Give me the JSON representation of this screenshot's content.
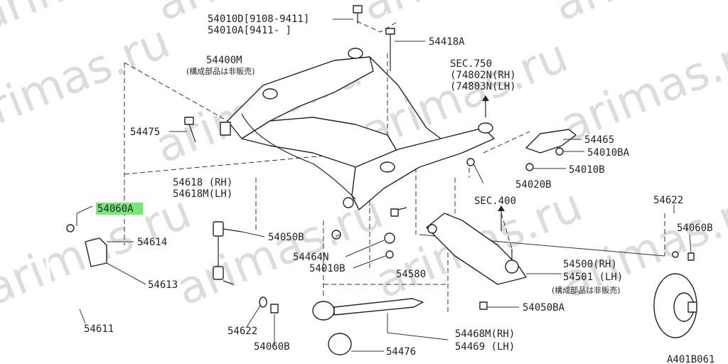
{
  "watermark": "arimas.ru",
  "highlight_color": "#74e874",
  "labels": {
    "p54010d": "54010D[9108-9411]",
    "p54010a": "54010A[9411-    ]",
    "p54418a": "54418A",
    "p54400m": "54400M",
    "note1": "(構成部品は非販売)",
    "sec750": "SEC.750",
    "p74802n": "(74802N(RH)",
    "p74803n": "(74803N(LH)",
    "p54475": "54475",
    "p54465": "54465",
    "p54010ba_a": "54010BA",
    "p54010b_a": "54010B",
    "p54020b": "54020B",
    "p54618": "54618 (RH)",
    "p54618m": "54618M(LH)",
    "p54060a": "54060A",
    "sec400": "SEC.400",
    "p54622_a": "54622",
    "p54060b_a": "54060B",
    "p54614": "54614",
    "p54050b_a": "54050B",
    "p54464n": "54464N",
    "p54010b_b": "54010B",
    "p54580": "54580",
    "p54500": "54500(RH)",
    "p54501": "54501 (LH)",
    "note2": "(構成部品は非販売)",
    "p54613": "54613",
    "p54050ba": "54050BA",
    "p54611": "54611",
    "p54622_b": "54622",
    "p54468m": "54468M(RH)",
    "p54469": "54469 (LH)",
    "p54060b_b": "54060B",
    "p54476": "54476",
    "code": "A401B061"
  }
}
